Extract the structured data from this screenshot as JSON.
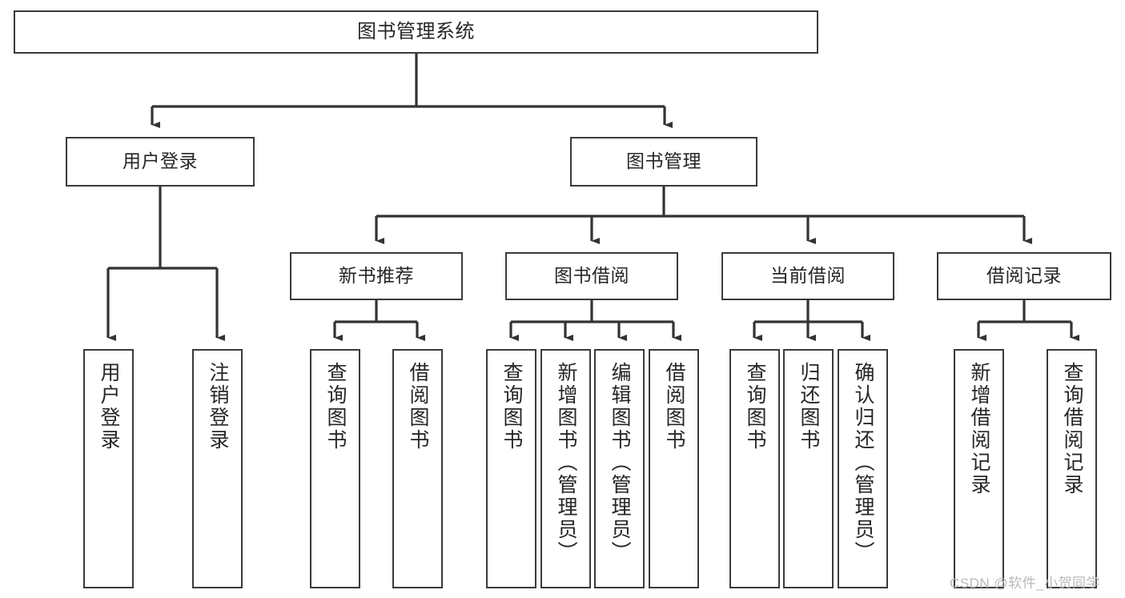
{
  "diagram": {
    "title": "图书管理系统",
    "type": "tree-hierarchy-chart",
    "colors": {
      "box_border": "#3a3a3a",
      "box_fill": "#ffffff",
      "connector": "#333333",
      "text": "#262626",
      "watermark": "#b9b9b9",
      "background": "#ffffff"
    },
    "root": {
      "label": "图书管理系统"
    },
    "level2": [
      {
        "label": "用户登录"
      },
      {
        "label": "图书管理"
      }
    ],
    "level3": [
      {
        "label": "新书推荐"
      },
      {
        "label": "图书借阅"
      },
      {
        "label": "当前借阅"
      },
      {
        "label": "借阅记录"
      }
    ],
    "leaves": {
      "user_login": [
        {
          "label": "用户登录"
        },
        {
          "label": "注销登录"
        }
      ],
      "new_book_recommend": [
        {
          "label": "查询图书"
        },
        {
          "label": "借阅图书"
        }
      ],
      "book_borrow": [
        {
          "label": "查询图书"
        },
        {
          "label": "新增图书（管理员）"
        },
        {
          "label": "编辑图书（管理员）"
        },
        {
          "label": "借阅图书"
        }
      ],
      "current_borrow": [
        {
          "label": "查询图书"
        },
        {
          "label": "归还图书"
        },
        {
          "label": "确认归还（管理员）"
        }
      ],
      "borrow_record": [
        {
          "label": "新增借阅记录"
        },
        {
          "label": "查询借阅记录"
        }
      ]
    }
  },
  "watermark": {
    "text": "CSDN @软件_小贺同学"
  }
}
